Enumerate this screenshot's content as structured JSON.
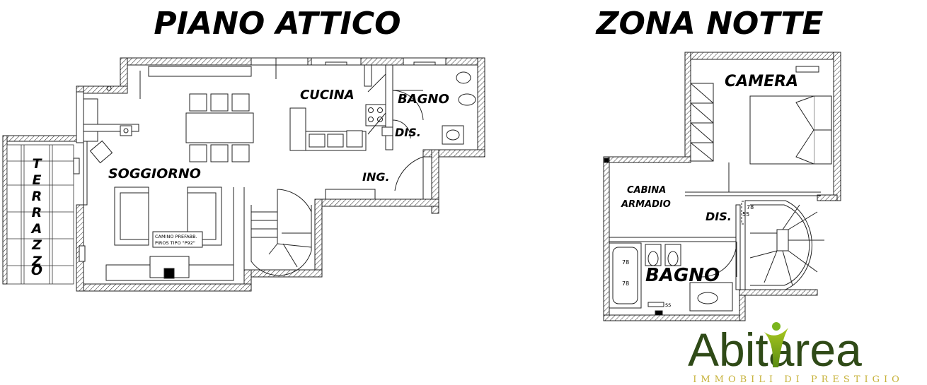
{
  "titles": {
    "left": "PIANO ATTICO",
    "right": "ZONA NOTTE"
  },
  "left_plan": {
    "rooms": {
      "terrazzo_letters": [
        "T",
        "E",
        "R",
        "R",
        "A",
        "Z",
        "Z",
        "O"
      ],
      "soggiorno": "SOGGIORNO",
      "cucina": "CUCINA",
      "bagno": "BAGNO",
      "dis": "DIS.",
      "ing": "ING."
    },
    "camino_note": {
      "line1": "CAMINO PREFABB.",
      "line2": "PIROS TIPO \"P92\""
    }
  },
  "right_plan": {
    "rooms": {
      "camera": "CAMERA",
      "cabina_line1": "CABINA",
      "cabina_line2": "ARMADIO",
      "dis": "DIS.",
      "bagno": "BAGNO"
    },
    "fixture_labels": {
      "vasca_dim_a": "78",
      "vasca_dim_b": "55",
      "ss": "ss"
    }
  },
  "logo": {
    "wordmark": "Abitarea",
    "tagline": "IMMOBILI DI PRESTIGIO",
    "colors": {
      "dark_green": "#2f4a17",
      "light_green": "#7ab51d",
      "gold": "#c7b23a"
    }
  }
}
